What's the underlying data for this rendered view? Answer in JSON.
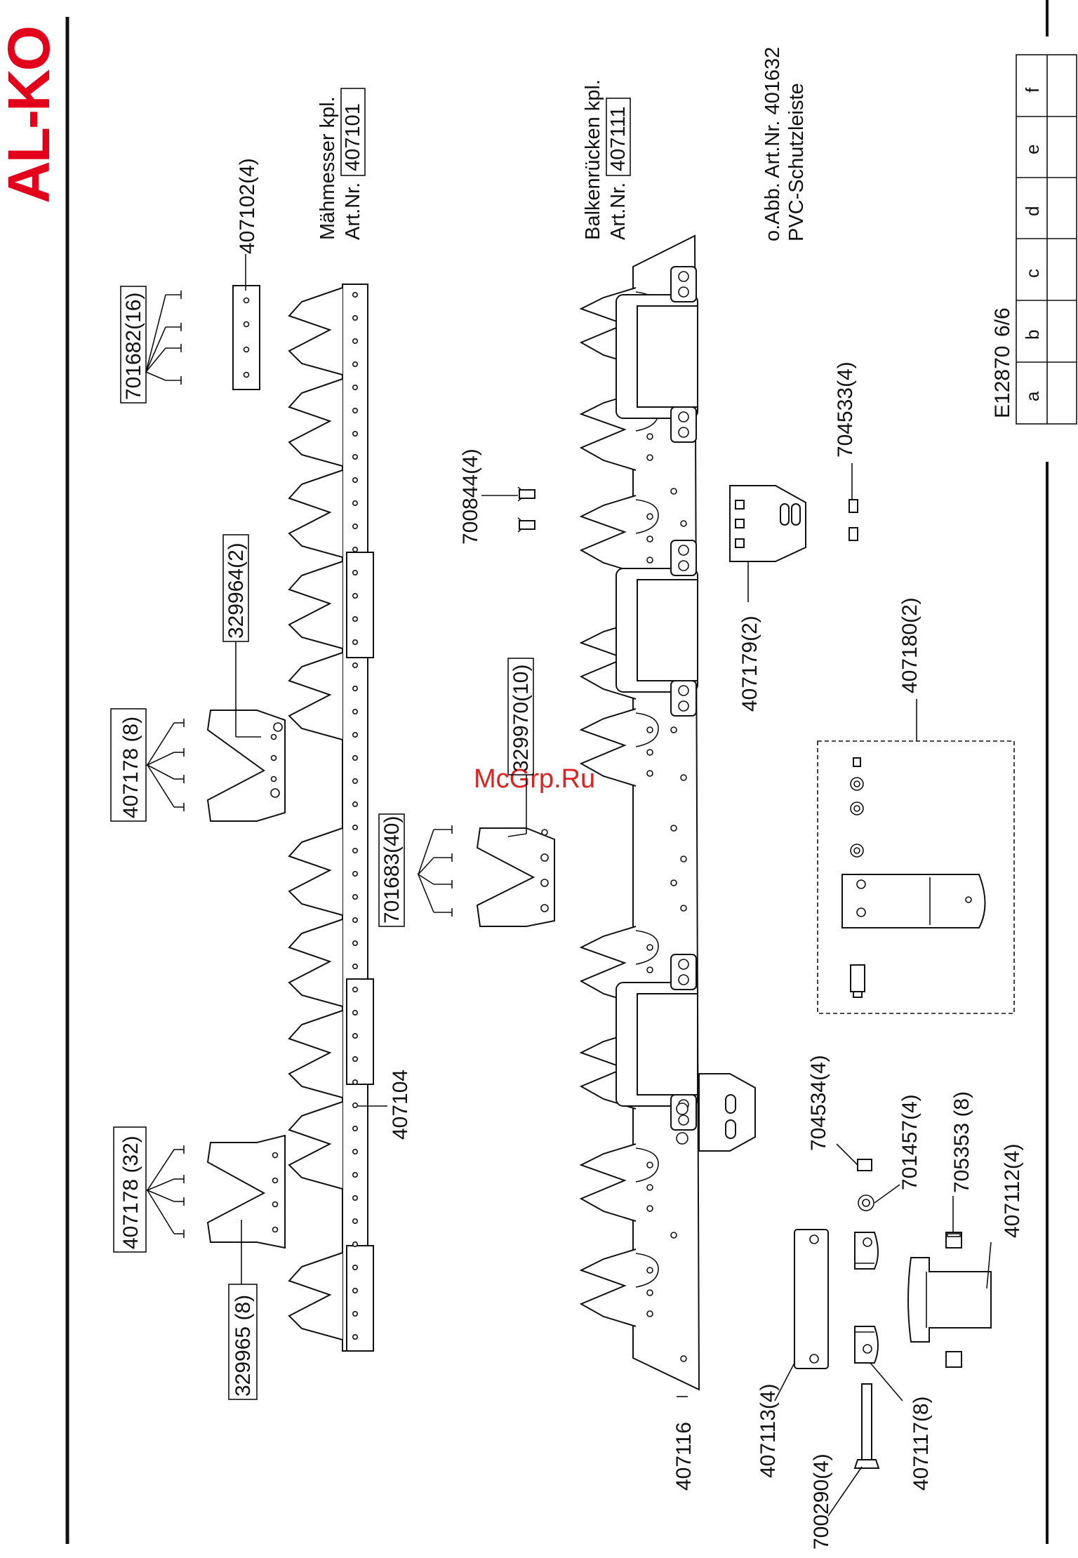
{
  "logo": "AL-KO",
  "watermark": "McGrp.Ru",
  "titles": {
    "knife_name": "Mähmesser kpl.",
    "knife_artnr_prefix": "Art.Nr.",
    "knife_artnr": "407101",
    "back_name": "Balkenrücken kpl.",
    "back_artnr_prefix": "Art.Nr.",
    "back_artnr": "407111",
    "note_line1": "o.Abb. Art.Nr. 401632",
    "note_line2": "PVC-Schutzleiste"
  },
  "page_ref": {
    "code": "E12870",
    "sheet": "6/6",
    "columns": [
      "a",
      "b",
      "c",
      "d",
      "e",
      "f"
    ]
  },
  "parts": {
    "p701682": "701682(16)",
    "p407102": "407102(4)",
    "p329964": "329964(2)",
    "p407178a": "407178 (8)",
    "p701683": "701683(40)",
    "p329970": "329970(10)",
    "p700844": "700844(4)",
    "p407178b": "407178 (32)",
    "p329965": "329965 (8)",
    "p407104": "407104",
    "p407116": "407116",
    "p407179": "407179(2)",
    "p704533": "704533(4)",
    "p407180": "407180(2)",
    "p704534": "704534(4)",
    "p701457": "701457(4)",
    "p705353": "705353 (8)",
    "p407112": "407112(4)",
    "p407113": "407113(4)",
    "p407117": "407117(8)",
    "p700290": "700290(4)"
  }
}
